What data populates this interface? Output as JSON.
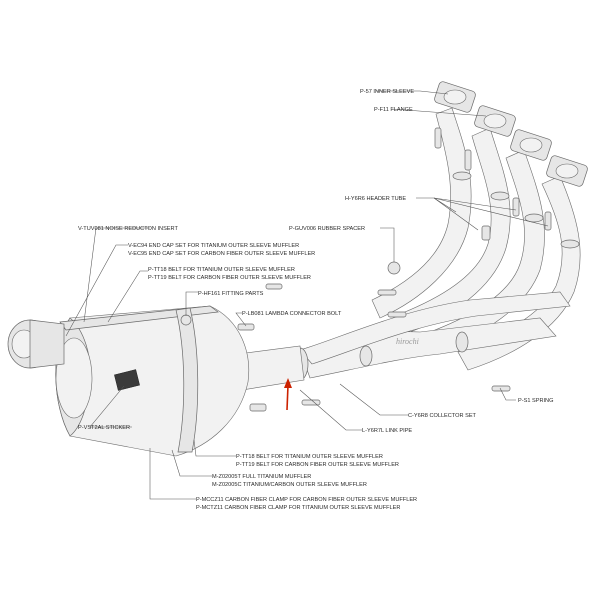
{
  "diagram": {
    "watermark": "hirochi",
    "accent_color": "#cc2200",
    "labels": {
      "inner_sleeve": "P-57  INNER SLEEVE",
      "flange": "P-F11  FLANGE",
      "header_tube": "H-Y6R6 HEADER TUBE",
      "rubber_spacer": "P-GUV006 RUBBER SPACER",
      "noise_insert": "V-TUV081  NOISE REDUCTON INSERT",
      "end_cap_ti": "V-EC94  END CAP SET FOR TITANIUM OUTER SLEEVE MUFFLER",
      "end_cap_cf": "V-EC95  END CAP SET FOR CARBON FIBER OUTER SLEEVE MUFFLER",
      "belt_top_ti": "P-TT18  BELT FOR TITANIUM OUTER SLEEVE MUFFLER",
      "belt_top_cf": "P-TT19  BELT FOR CARBON FIBER OUTER SLEEVE MUFFLER",
      "fitting": "P-HF161  FITTING PARTS",
      "lambda_bolt": "P-LB081  LAMBDA CONNECTOR BOLT",
      "spring": "P-S1  SPRING",
      "collector": "C-Y6R8  COLLECTOR SET",
      "link_pipe": "L-Y6R7L  LINK PIPE",
      "sticker": "P-VST2AL  STICKER",
      "belt_bot_ti": "P-TT18  BELT FOR TITANIUM OUTER SLEEVE MUFFLER",
      "belt_bot_cf": "P-TT19  BELT FOR CARBON FIBER OUTER SLEEVE MUFFLER",
      "muffler_ti": "M-Z02005T  FULL TITANIUM MUFFLER",
      "muffler_tc": "M-Z02005C  TITANIUM/CARBON OUTER SLEEVE MUFFLER",
      "clamp_cf": "P-MCCZ11  CARBON FIBER CLAMP FOR CARBON FIBER OUTER SLEEVE MUFFLER",
      "clamp_ti": "P-MCTZ11  CARBON FIBER CLAMP FOR TITANIUM OUTER SLEEVE MUFFLER"
    }
  }
}
